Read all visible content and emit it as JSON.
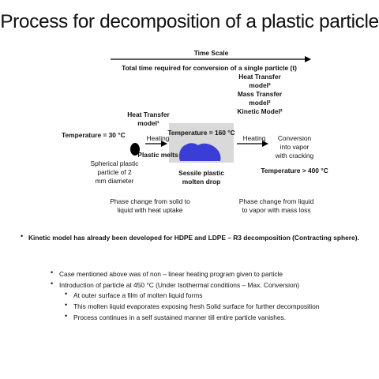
{
  "title": "Process for decomposition of a plastic particle",
  "time_scale": {
    "label": "Time Scale",
    "subtitle": "Total time required for conversion of a single particle (t)"
  },
  "stage1": {
    "temperature": "Temperature = 30 °C",
    "description_lines": [
      "Spherical plastic",
      "particle of 2",
      "mm diameter"
    ]
  },
  "arrow1": {
    "model_lines": [
      "Heat Transfer",
      "model¹"
    ],
    "action": "Heating",
    "result": "Plastic melts"
  },
  "stage2": {
    "temperature": "Temperature = 160 °C",
    "caption_lines": [
      "Sessile plastic",
      "molten drop"
    ]
  },
  "arrow2": {
    "model_lines": [
      "Heat Transfer",
      "model²",
      "Mass Transfer",
      "model²",
      "Kinetic Model²"
    ],
    "action": "Heating"
  },
  "stage3": {
    "conversion_lines": [
      "Conversion",
      "into vapor",
      "with cracking"
    ],
    "temperature": "Temperature > 400 °C"
  },
  "phase_change_1": [
    "Phase change from solid to",
    "liquid with heat uptake"
  ],
  "phase_change_2": [
    "Phase change from liquid",
    "to vapor with mass loss"
  ],
  "kinetic_note": "Kinetic model has already been developed for HDPE and LDPE – R3 decomposition (Contracting sphere).",
  "case_items": [
    "Case mentioned above was of non – linear heating program given to particle",
    "Introduction of particle at 450 °C (Under Isothermal conditions – Max. Conversion)"
  ],
  "sub_items": [
    "At outer surface a film of molten liquid forms",
    "This molten liquid evaporates exposing fresh Solid surface for further decomposition",
    "Process continues in a self sustained manner till entire particle vanishes."
  ],
  "bullet_symbol": "•",
  "colors": {
    "drop": "#3a3dd6",
    "surface_box": "#d9d9d9",
    "particle": "#000000"
  }
}
